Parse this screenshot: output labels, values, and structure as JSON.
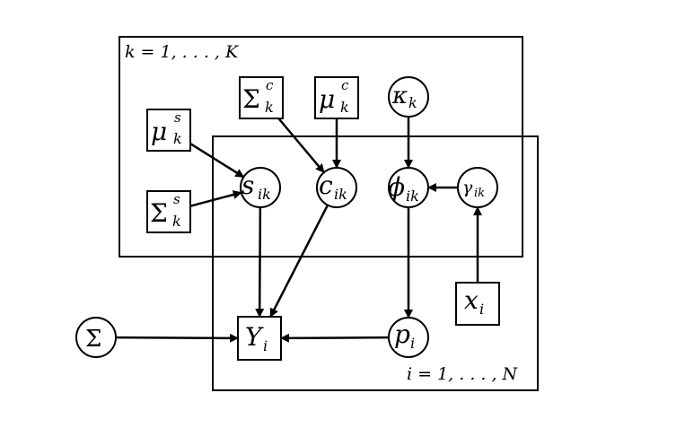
{
  "plates": {
    "k_label": "k = 1, . . . , K",
    "i_label": "i = 1, . . . , N"
  },
  "nodes": {
    "mu_s": {
      "base": "μ",
      "sup": "s",
      "sub": "k",
      "shape": "box"
    },
    "sigma_s": {
      "base": "Σ",
      "sup": "s",
      "sub": "k",
      "shape": "box"
    },
    "sigma_c": {
      "base": "Σ",
      "sup": "c",
      "sub": "k",
      "shape": "box"
    },
    "mu_c": {
      "base": "μ",
      "sup": "c",
      "sub": "k",
      "shape": "box"
    },
    "kappa": {
      "base": "κ",
      "sub": "k",
      "shape": "circle"
    },
    "s": {
      "base": "s",
      "sub": "ik",
      "shape": "circle"
    },
    "c": {
      "base": "c",
      "sub": "ik",
      "shape": "circle"
    },
    "phi": {
      "base": "ϕ",
      "sub": "ik",
      "shape": "circle"
    },
    "gamma": {
      "base": "γ",
      "sub": "ik",
      "shape": "circle"
    },
    "x": {
      "base": "x",
      "sub": "i",
      "shape": "box"
    },
    "Y": {
      "base": "Y",
      "sub": "i",
      "shape": "box"
    },
    "p": {
      "base": "p",
      "sub": "i",
      "shape": "circle"
    },
    "Sigma": {
      "base": "Σ",
      "shape": "circle"
    }
  },
  "edges": [
    [
      "mu_s",
      "s"
    ],
    [
      "sigma_s",
      "s"
    ],
    [
      "sigma_c",
      "c"
    ],
    [
      "mu_c",
      "c"
    ],
    [
      "kappa",
      "phi"
    ],
    [
      "gamma",
      "phi"
    ],
    [
      "x",
      "gamma"
    ],
    [
      "s",
      "Y"
    ],
    [
      "c",
      "Y"
    ],
    [
      "phi",
      "p"
    ],
    [
      "p",
      "Y"
    ],
    [
      "Sigma",
      "Y"
    ]
  ]
}
